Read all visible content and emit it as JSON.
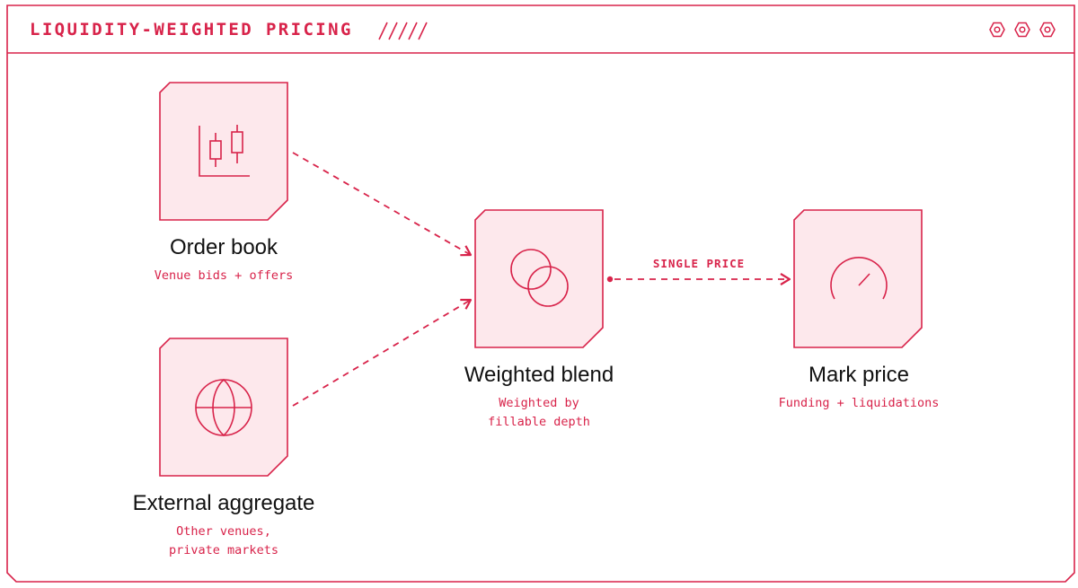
{
  "header": {
    "title": "LIQUIDITY-WEIGHTED PRICING",
    "decor": "/////",
    "window_controls": [
      "hex-icon",
      "hex-icon",
      "hex-icon"
    ]
  },
  "nodes": {
    "order_book": {
      "label": "Order book",
      "sub": [
        "Venue bids + offers"
      ],
      "icon": "candlestick-chart-icon"
    },
    "external_aggregate": {
      "label": "External aggregate",
      "sub": [
        "Other venues,",
        "private markets"
      ],
      "icon": "globe-icon"
    },
    "weighted_blend": {
      "label": "Weighted blend",
      "sub": [
        "Weighted by",
        "fillable depth"
      ],
      "icon": "overlapping-circles-icon"
    },
    "mark_price": {
      "label": "Mark price",
      "sub": [
        "Funding + liquidations"
      ],
      "icon": "gauge-icon"
    }
  },
  "edges": {
    "blend_to_mark_label": "SINGLE PRICE"
  },
  "colors": {
    "accent": "#d8234a",
    "node_fill": "#fde8ec",
    "text": "#111111",
    "background": "#ffffff"
  }
}
